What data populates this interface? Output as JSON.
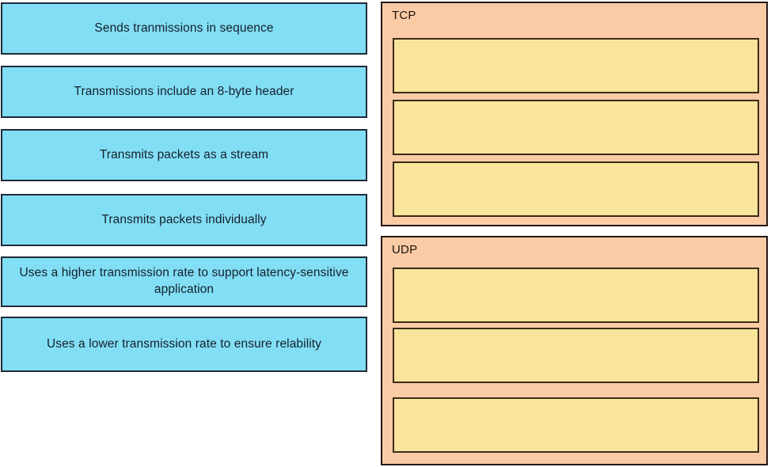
{
  "colors": {
    "option_fill": "#82DEF5",
    "option_border": "#1E2A38",
    "panel_fill": "#FBCBA6",
    "panel_border": "#231712",
    "slot_fill": "#F8E59B",
    "slot_border": "#3A2B14",
    "page_background": "#FFFFFF"
  },
  "options": {
    "items": [
      {
        "label": "Sends tranmissions in sequence"
      },
      {
        "label": "Transmissions include an 8-byte header"
      },
      {
        "label": "Transmits packets as a stream"
      },
      {
        "label": "Transmits packets individually"
      },
      {
        "label": "Uses a higher transmission rate to support latency-sensitive application"
      },
      {
        "label": "Uses a lower transmission rate to ensure relability"
      }
    ]
  },
  "targets": {
    "panels": [
      {
        "title": "TCP",
        "slots": [
          {
            "value": ""
          },
          {
            "value": ""
          },
          {
            "value": ""
          }
        ]
      },
      {
        "title": "UDP",
        "slots": [
          {
            "value": ""
          },
          {
            "value": ""
          },
          {
            "value": ""
          }
        ]
      }
    ]
  }
}
